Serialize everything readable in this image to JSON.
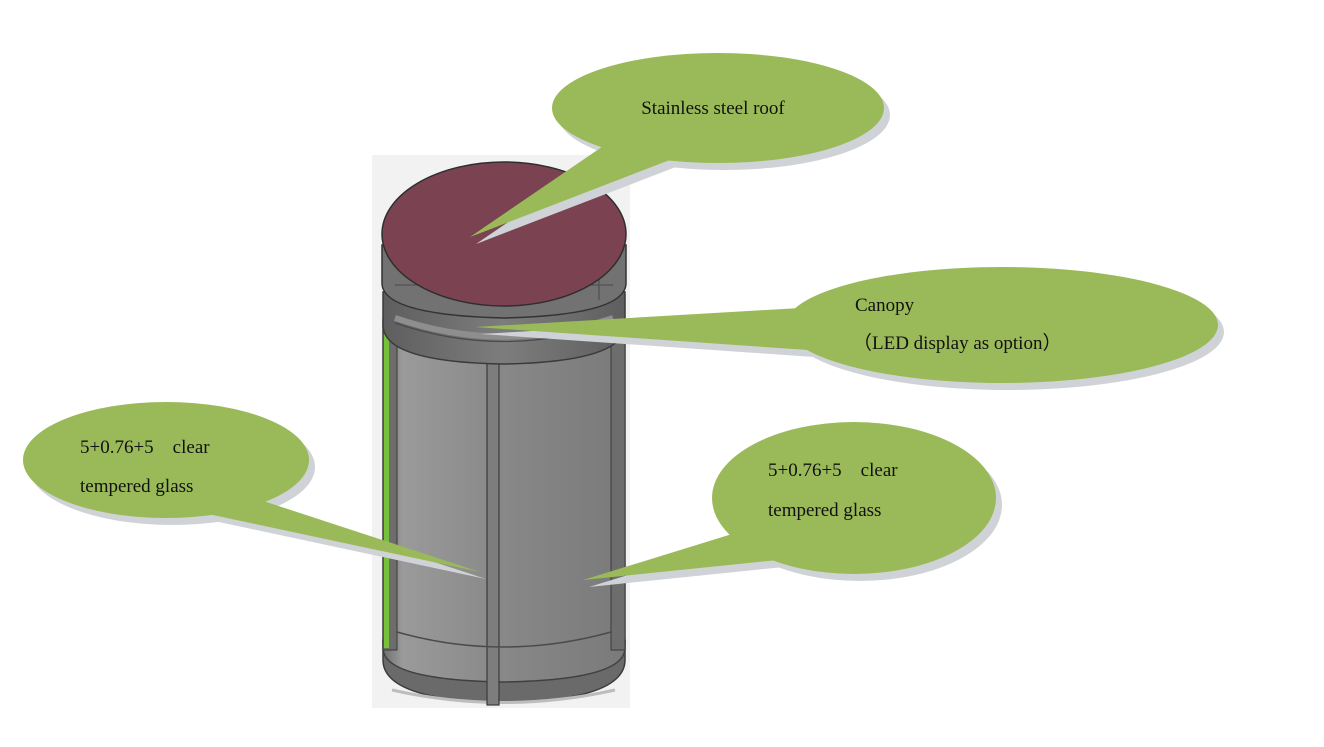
{
  "colors": {
    "callout_fill": "#9aba59",
    "callout_shadow": "#cfd3d8",
    "roof": "#7b4352",
    "frame": "#777777",
    "glass": "#828282",
    "accent_strip": "#76c03a"
  },
  "callouts": {
    "roof": {
      "line1": "Stainless steel roof"
    },
    "canopy": {
      "line1": "Canopy",
      "line2": "（LED display as option）"
    },
    "glass_left": {
      "line1": "5+0.76+5    clear",
      "line2": "tempered glass"
    },
    "glass_right": {
      "line1": "5+0.76+5    clear",
      "line2": "tempered glass"
    }
  }
}
